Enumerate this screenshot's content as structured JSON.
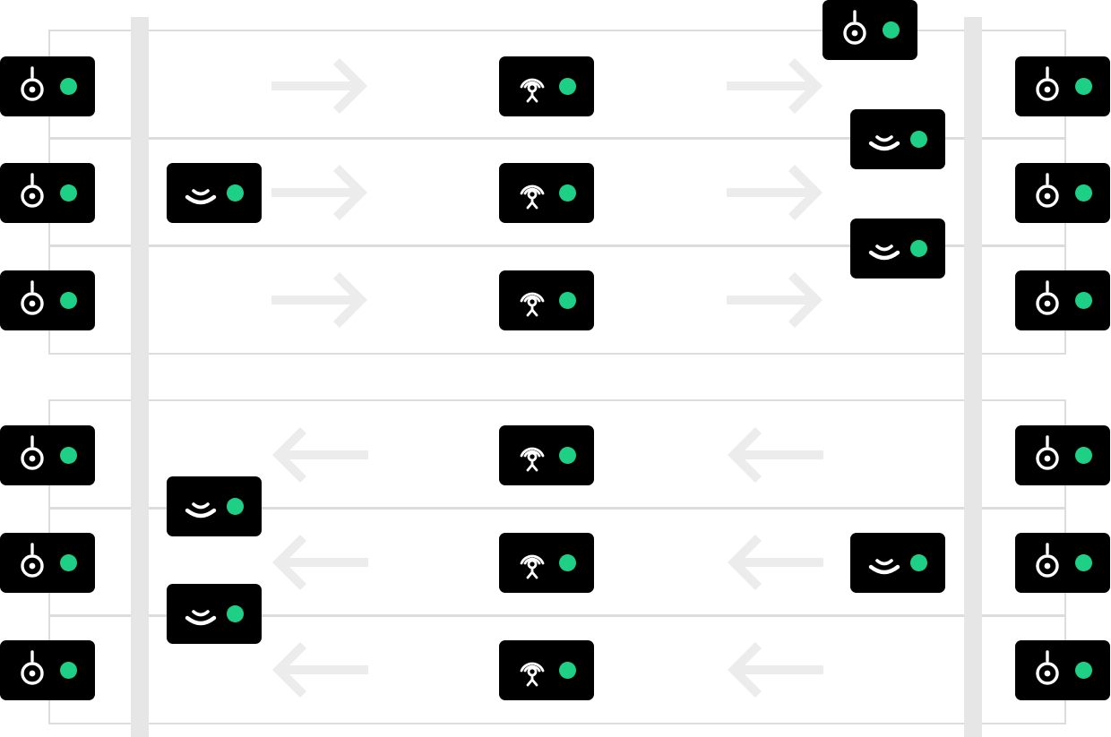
{
  "diagram": {
    "colors": {
      "node_background": "#000000",
      "icon_stroke": "#ffffff",
      "status_dot": "#1ecf86",
      "rail": "#e6e6e6",
      "lane_border": "#dcdcdc",
      "arrow": "#ececec"
    },
    "icons": {
      "endpoint": "pin-sensor-icon",
      "beacon": "signal-arc-icon",
      "antenna": "broadcast-antenna-icon"
    },
    "flow_directions": {
      "upper_group": "left-to-right",
      "lower_group": "right-to-left"
    },
    "groups": [
      {
        "name": "upper",
        "rows": 3,
        "direction": "right"
      },
      {
        "name": "lower",
        "rows": 3,
        "direction": "left"
      }
    ],
    "nodes": [
      {
        "id": "u1-left-endpoint",
        "icon": "endpoint"
      },
      {
        "id": "u2-left-endpoint",
        "icon": "endpoint"
      },
      {
        "id": "u3-left-endpoint",
        "icon": "endpoint"
      },
      {
        "id": "u2-left-beacon",
        "icon": "beacon"
      },
      {
        "id": "u1-center-antenna",
        "icon": "antenna"
      },
      {
        "id": "u2-center-antenna",
        "icon": "antenna"
      },
      {
        "id": "u3-center-antenna",
        "icon": "antenna"
      },
      {
        "id": "top-right-endpoint",
        "icon": "endpoint"
      },
      {
        "id": "u1-right-beacon",
        "icon": "beacon"
      },
      {
        "id": "u2-right-beacon",
        "icon": "beacon"
      },
      {
        "id": "u1-right-endpoint",
        "icon": "endpoint"
      },
      {
        "id": "u2-right-endpoint",
        "icon": "endpoint"
      },
      {
        "id": "u3-right-endpoint",
        "icon": "endpoint"
      },
      {
        "id": "l1-left-endpoint",
        "icon": "endpoint"
      },
      {
        "id": "l2-left-endpoint",
        "icon": "endpoint"
      },
      {
        "id": "l3-left-endpoint",
        "icon": "endpoint"
      },
      {
        "id": "l1-left-beacon",
        "icon": "beacon"
      },
      {
        "id": "l2-left-beacon",
        "icon": "beacon"
      },
      {
        "id": "l1-center-antenna",
        "icon": "antenna"
      },
      {
        "id": "l2-center-antenna",
        "icon": "antenna"
      },
      {
        "id": "l3-center-antenna",
        "icon": "antenna"
      },
      {
        "id": "l2-right-beacon",
        "icon": "beacon"
      },
      {
        "id": "l1-right-endpoint",
        "icon": "endpoint"
      },
      {
        "id": "l2-right-endpoint",
        "icon": "endpoint"
      },
      {
        "id": "l3-right-endpoint",
        "icon": "endpoint"
      }
    ]
  }
}
